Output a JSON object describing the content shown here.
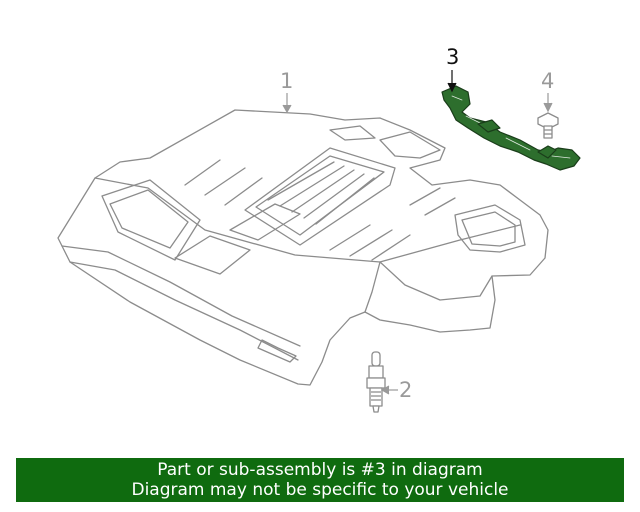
{
  "callouts": {
    "part1": "1",
    "part2": "2",
    "part3": "3",
    "part4": "4"
  },
  "banner": {
    "line1": "Part or sub-assembly is #3 in diagram",
    "line2": "Diagram may not be specific to your vehicle"
  },
  "colors": {
    "highlight_part": "#2d6e2d",
    "line_art": "#8c8c8c",
    "banner_bg": "#0f6b0f",
    "banner_text": "#ffffff"
  }
}
